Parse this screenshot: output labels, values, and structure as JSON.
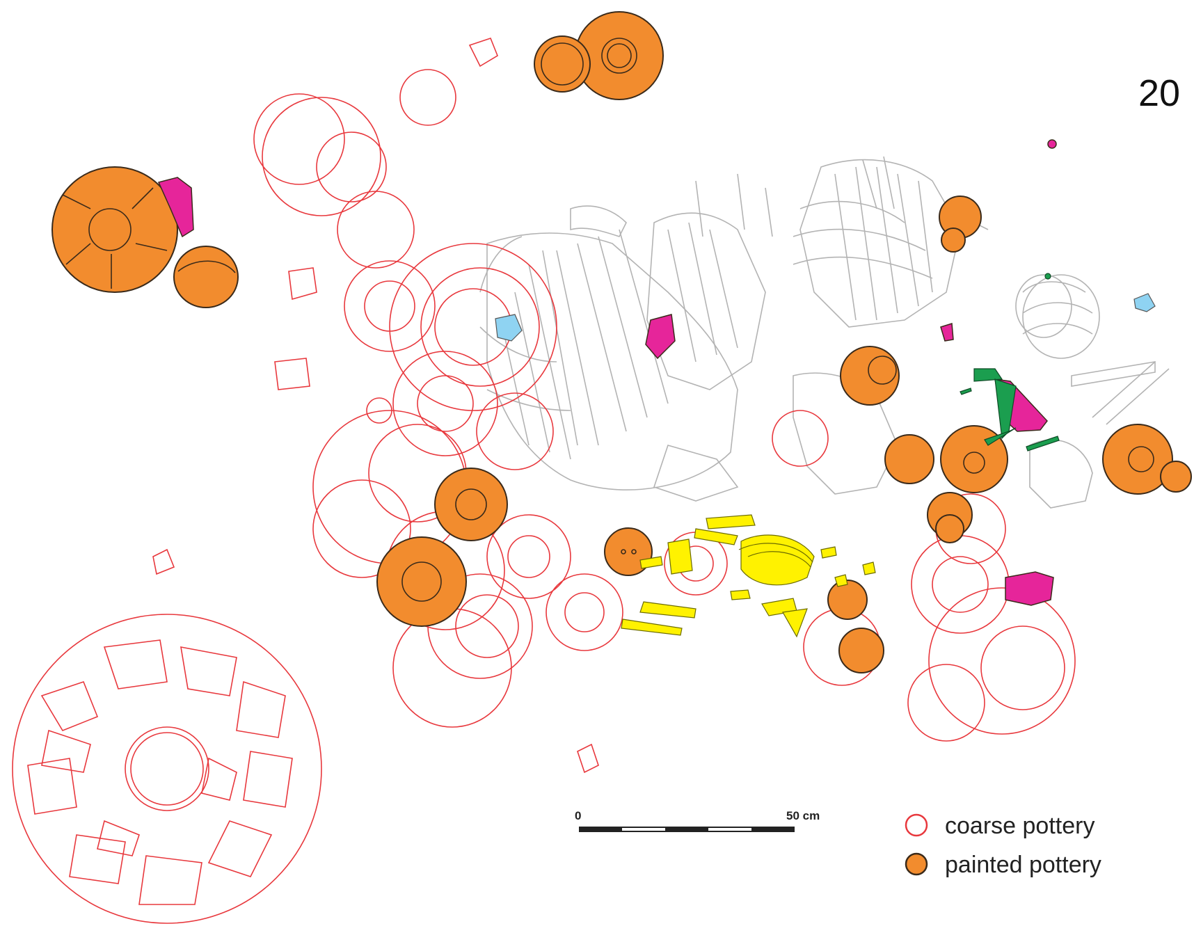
{
  "plate_number": "20",
  "scale": {
    "start_label": "0",
    "end_label": "50 cm"
  },
  "legend": [
    {
      "label": "coarse pottery",
      "symbol": "coarse-pottery-outline-circle",
      "color": "#e8383d"
    },
    {
      "label": "painted pottery",
      "symbol": "painted-pottery-filled-circle",
      "color": "#f28c2e"
    }
  ],
  "colors": {
    "coarse_pottery": "#e8383d",
    "painted_pottery": "#f28c2e",
    "human_remains": "#b3b3b3",
    "secondary_skeleton": "#fff200",
    "magenta_object": "#e6259a",
    "blue_object": "#8fd3f2",
    "green_object": "#1b9e4f"
  }
}
